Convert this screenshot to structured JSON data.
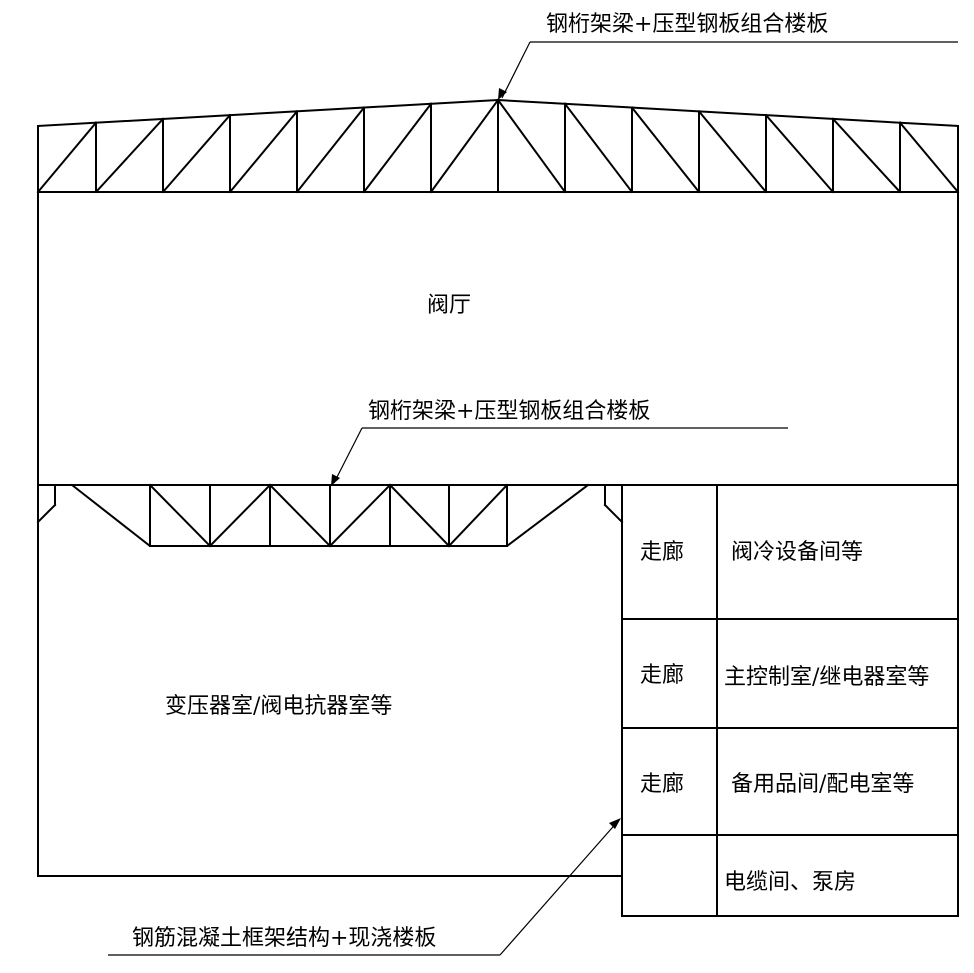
{
  "labels": {
    "roof_truss": "钢桁架梁+压型钢板组合楼板",
    "valve_hall": "阀厅",
    "mid_truss": "钢桁架梁+压型钢板组合楼板",
    "transformer_room": "变压器室/阀电抗器室等",
    "rc_frame": "钢筋混凝土框架结构+现浇楼板"
  },
  "rooms": [
    {
      "corridor": "走廊",
      "name": "阀冷设备间等"
    },
    {
      "corridor": "走廊",
      "name": "主控制室/继电器室等"
    },
    {
      "corridor": "走廊",
      "name": "备用品间/配电室等"
    },
    {
      "corridor": "",
      "name": "电缆间、泵房"
    }
  ]
}
